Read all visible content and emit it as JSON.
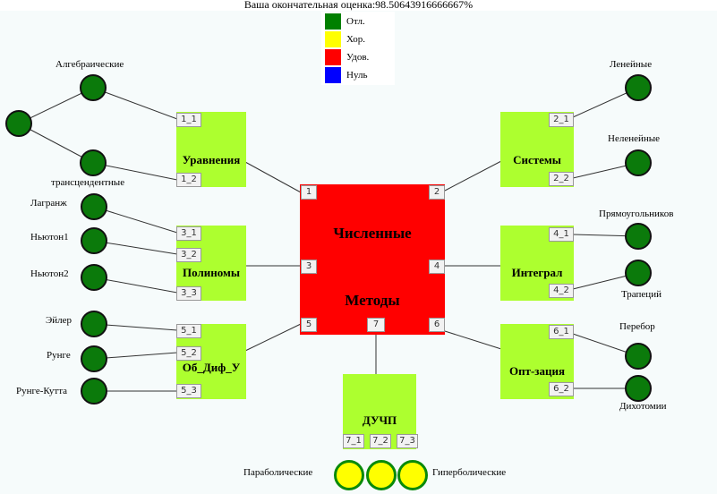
{
  "header": {
    "score_text": "Ваша окончательная оценка:98.50643916666667%"
  },
  "legend": [
    {
      "label": "Отл.",
      "color": "#008000"
    },
    {
      "label": "Хор.",
      "color": "#ffff00"
    },
    {
      "label": "Удов.",
      "color": "#ff0000"
    },
    {
      "label": "Нуль",
      "color": "#0000ff"
    }
  ],
  "center": {
    "line1": "Численные",
    "line2": "Методы",
    "tags": [
      "1",
      "2",
      "3",
      "4",
      "5",
      "6",
      "7"
    ],
    "color": "#ff0000"
  },
  "topics": {
    "equations": {
      "title": "Уравнения",
      "tags": [
        "1_1",
        "1_2"
      ]
    },
    "polynomials": {
      "title": "Полиномы",
      "tags": [
        "3_1",
        "3_2",
        "3_3"
      ]
    },
    "diffeq": {
      "title": "Об_Диф_У",
      "tags": [
        "5_1",
        "5_2",
        "5_3"
      ]
    },
    "systems": {
      "title": "Системы",
      "tags": [
        "2_1",
        "2_2"
      ]
    },
    "integral": {
      "title": "Интеграл",
      "tags": [
        "4_1",
        "4_2"
      ]
    },
    "optimization": {
      "title": "Опт-зация",
      "tags": [
        "6_1",
        "6_2"
      ]
    },
    "pde": {
      "title": "ДУЧП",
      "tags": [
        "7_1",
        "7_2",
        "7_3"
      ]
    },
    "topic_color": "#adff2f"
  },
  "nodes": {
    "algebraic": "Алгебраические",
    "transcendental": "трансцендентные",
    "lagrange": "Лагранж",
    "newton1": "Ньютон1",
    "newton2": "Ньютон2",
    "euler": "Эйлер",
    "runge": "Рунге",
    "runge_kutta": "Рунге-Кутта",
    "linear": "Ленейные",
    "nonlinear": "Неленейные",
    "rectangles": "Прямоугольников",
    "trapezoid": "Трапеций",
    "enumeration": "Перебор",
    "dichotomy": "Дихотомии",
    "parabolic": "Параболические",
    "hyperbolic": "Гиперболические"
  }
}
